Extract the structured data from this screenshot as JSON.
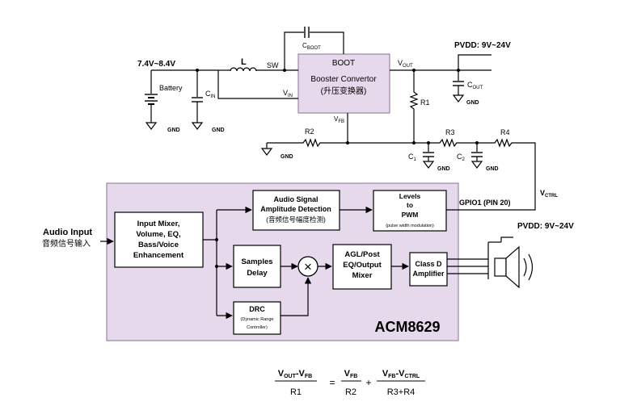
{
  "supply": {
    "battery_range": "7.4V~8.4V",
    "battery_label": "Battery",
    "pvdd_top": "PVDD: 9V~24V",
    "pvdd_bottom": "PVDD: 9V~24V"
  },
  "components": {
    "inductor": "L",
    "cin": "C",
    "cin_sub": "IN",
    "cboot": "C",
    "cboot_sub": "BOOT",
    "cout": "C",
    "cout_sub": "OUT",
    "r1": "R1",
    "r2": "R2",
    "r3": "R3",
    "r4": "R4",
    "c1": "C",
    "c1_sub": "1",
    "c2": "C",
    "c2_sub": "2",
    "gnd": "GND"
  },
  "booster": {
    "boot_pin": "BOOT",
    "sw_pin": "SW",
    "vin_pin": "V",
    "vin_sub": "IN",
    "vout_pin": "V",
    "vout_sub": "OUT",
    "vfb_pin": "V",
    "vfb_sub": "FB",
    "title_en": "Booster Convertor",
    "title_cn": "(升压变换器)"
  },
  "vctrl": {
    "label": "V",
    "sub": "CTRL",
    "gpio": "GPIO1 (PIN 20)"
  },
  "audio_input": {
    "en": "Audio  Input",
    "cn": "音频信号输入"
  },
  "blocks": {
    "mixer": [
      "Input Mixer,",
      "Volume, EQ,",
      "Bass/Voice",
      "Enhancement"
    ],
    "detect": [
      "Audio Signal",
      "Amplitude Detection",
      "(音频信号幅度检测)"
    ],
    "levels": [
      "Levels",
      "to",
      "PWM",
      "(pulse width modulation)"
    ],
    "delay": [
      "Samples",
      "Delay"
    ],
    "agl": [
      "AGL/Post",
      "EQ/Output",
      "Mixer"
    ],
    "classd": [
      "Class D",
      "Amplifier"
    ],
    "drc": [
      "DRC",
      "(Dynamic Range",
      "Controller)"
    ]
  },
  "chip_name": "ACM8629",
  "multiplier_symbol": "×",
  "formula": {
    "t1_num_a": "V",
    "t1_num_a_sub": "OUT",
    "t1_num_op": "-",
    "t1_num_b": "V",
    "t1_num_b_sub": "FB",
    "t1_den": "R1",
    "eq": "=",
    "t2_num": "V",
    "t2_num_sub": "FB",
    "t2_den": "R2",
    "plus": "+",
    "t3_num_a": "V",
    "t3_num_a_sub": "FB",
    "t3_num_op": "-",
    "t3_num_b": "V",
    "t3_num_b_sub": "CTRL",
    "t3_den": "R3+R4"
  }
}
